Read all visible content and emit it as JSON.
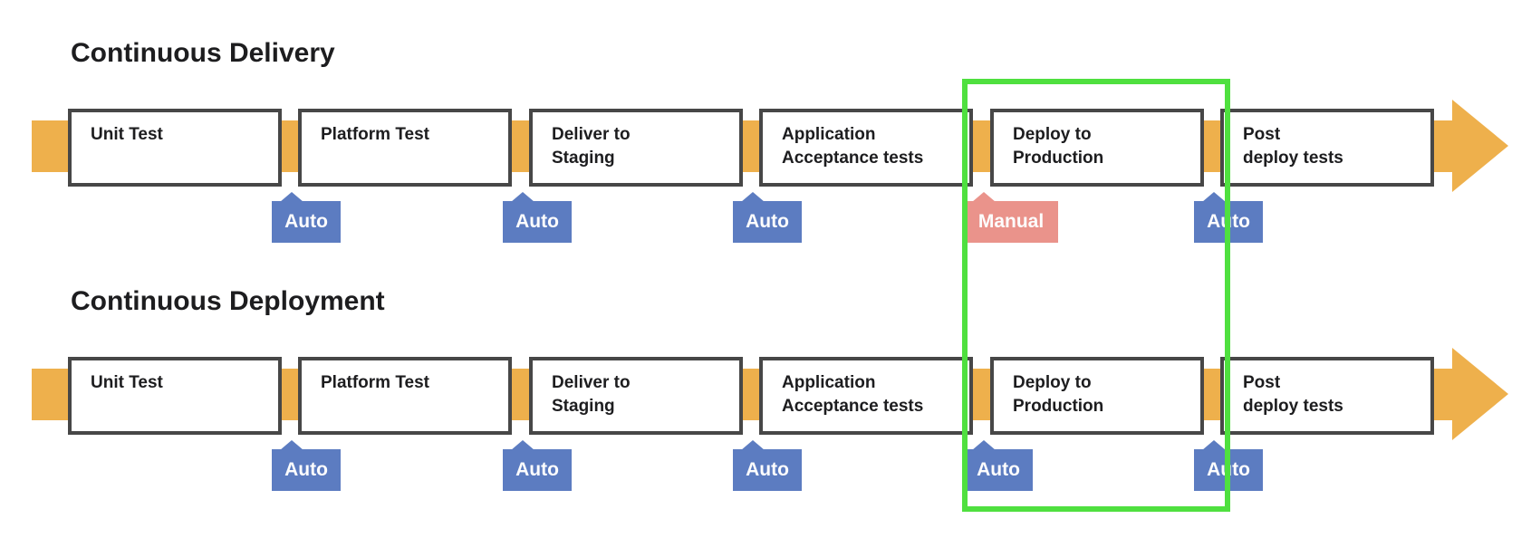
{
  "diagram": {
    "highlight": {
      "color": "#4FE03F",
      "encloses_stage": "Deploy to\nProduction"
    },
    "colors": {
      "track_orange": "#EEB04C",
      "gate_auto_blue": "#5C7CC1",
      "gate_manual_pink": "#EA938B",
      "box_border_gray": "#474747",
      "text_dark": "#1d1d1f",
      "gate_text_white": "#fdfdfd"
    },
    "pipelines": [
      {
        "title": "Continuous Delivery",
        "stages": [
          {
            "label": "Unit Test"
          },
          {
            "label": "Platform Test"
          },
          {
            "label": "Deliver to\nStaging"
          },
          {
            "label": "Application\nAcceptance tests"
          },
          {
            "label": "Deploy to\nProduction"
          },
          {
            "label": "Post\ndeploy tests"
          }
        ],
        "gates": [
          {
            "label": "Auto",
            "type": "auto"
          },
          {
            "label": "Auto",
            "type": "auto"
          },
          {
            "label": "Auto",
            "type": "auto"
          },
          {
            "label": "Manual",
            "type": "manual"
          },
          {
            "label": "Auto",
            "type": "auto"
          }
        ]
      },
      {
        "title": "Continuous Deployment",
        "stages": [
          {
            "label": "Unit Test"
          },
          {
            "label": "Platform Test"
          },
          {
            "label": "Deliver to\nStaging"
          },
          {
            "label": "Application\nAcceptance tests"
          },
          {
            "label": "Deploy to\nProduction"
          },
          {
            "label": "Post\ndeploy tests"
          }
        ],
        "gates": [
          {
            "label": "Auto",
            "type": "auto"
          },
          {
            "label": "Auto",
            "type": "auto"
          },
          {
            "label": "Auto",
            "type": "auto"
          },
          {
            "label": "Auto",
            "type": "auto"
          },
          {
            "label": "Auto",
            "type": "auto"
          }
        ]
      }
    ]
  }
}
